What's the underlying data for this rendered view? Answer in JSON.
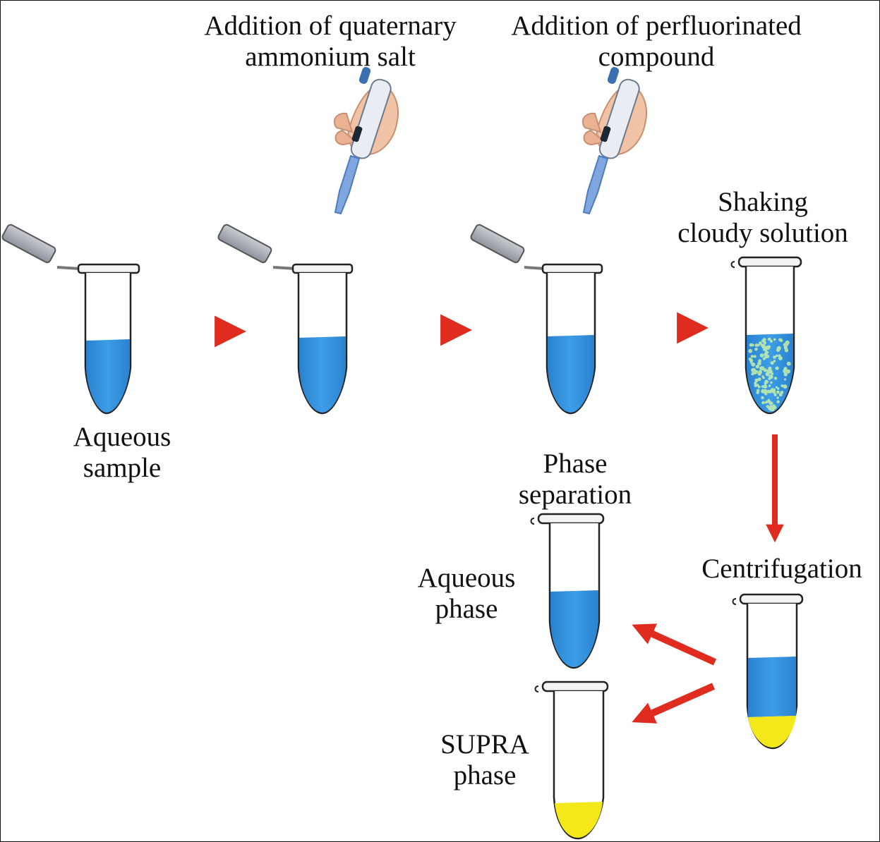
{
  "labels": {
    "quaternary": [
      "Addition of quaternary",
      "ammonium salt"
    ],
    "perfluorinated": [
      "Addition of perfluorinated",
      "compound"
    ],
    "shaking": [
      "Shaking",
      "cloudy solution"
    ],
    "aqueous_sample": [
      "Aqueous",
      "sample"
    ],
    "phase_separation": [
      "Phase",
      "separation"
    ],
    "centrifugation": "Centrifugation",
    "aqueous_phase": [
      "Aqueous",
      "phase"
    ],
    "supra_phase": [
      "SUPRA",
      "phase"
    ]
  },
  "icons": {
    "pipette": "pipette-in-hand-icon",
    "tube": "microcentrifuge-tube-icon",
    "arrow": "red-arrow-icon"
  },
  "colors": {
    "aqueous": "#2f8fde",
    "supra": "#f4e81a",
    "arrow": "#e02b1f",
    "droplet": "#c8f0a8"
  }
}
